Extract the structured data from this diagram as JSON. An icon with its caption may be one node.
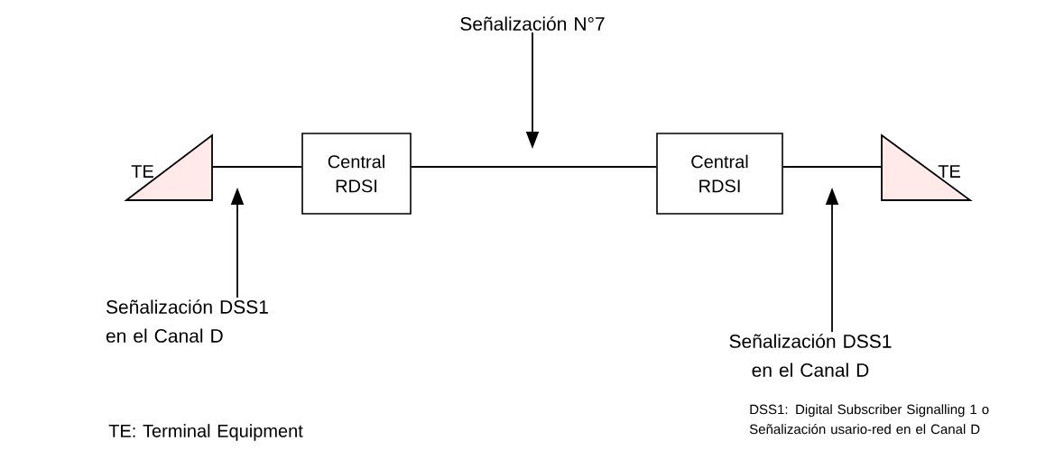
{
  "diagram": {
    "nodes": [
      {
        "text": [
          "TE"
        ]
      },
      {
        "text": [
          "Central RDSI"
        ]
      },
      {
        "text": [
          "Central RDSI"
        ]
      },
      {
        "text": [
          "TE"
        ]
      },
      {
        "text": [
          "Señalización N°7"
        ]
      },
      {
        "text": [
          "Señalización DSS1 en el Canal D"
        ]
      },
      {
        "text": [
          "Señalización DSS1 en el Canal D"
        ]
      }
    ],
    "edges": [
      {
        "from": 0,
        "to": 1,
        "arrow": "none"
      },
      {
        "from": 1,
        "to": 2,
        "arrow": "none"
      },
      {
        "from": 2,
        "to": 3,
        "arrow": "none"
      },
      {
        "from": 4,
        "to": null,
        "arrow": "to"
      },
      {
        "from": 5,
        "to": null,
        "arrow": "to"
      },
      {
        "from": 6,
        "to": null,
        "arrow": "to"
      }
    ],
    "labels": [
      "TE: Terminal Equipment",
      "DSS1: Digital Subscriber Signalling 1 o Señalización usario-red en el Canal D"
    ]
  }
}
